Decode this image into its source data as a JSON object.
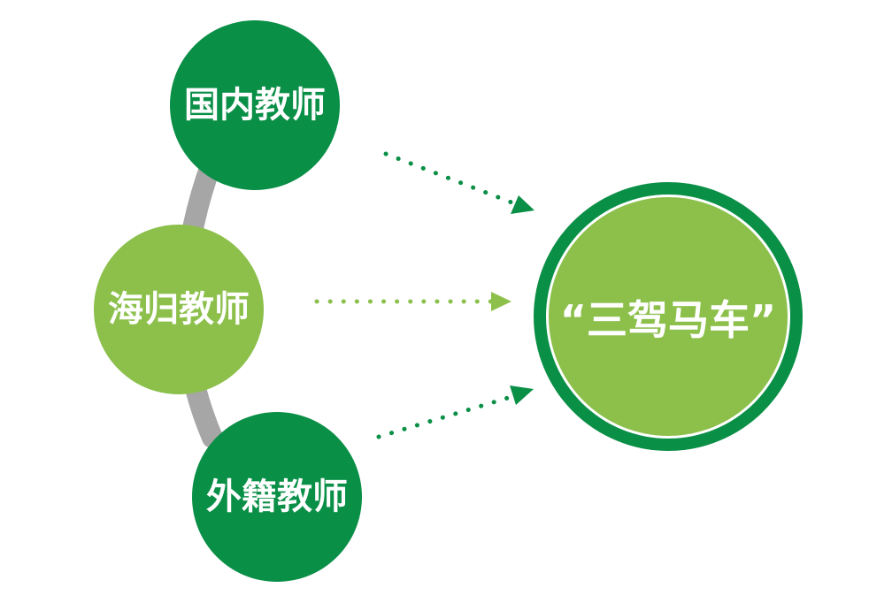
{
  "nodes": {
    "domestic": {
      "label": "国内教师"
    },
    "returnee": {
      "label": "海归教师"
    },
    "foreign": {
      "label": "外籍教师"
    },
    "target": {
      "label": "“三驾马车”"
    }
  },
  "colors": {
    "dark_green": "#0a8f47",
    "light_green": "#8cc04b",
    "connector_gray": "#a6a6a6",
    "white": "#ffffff"
  }
}
